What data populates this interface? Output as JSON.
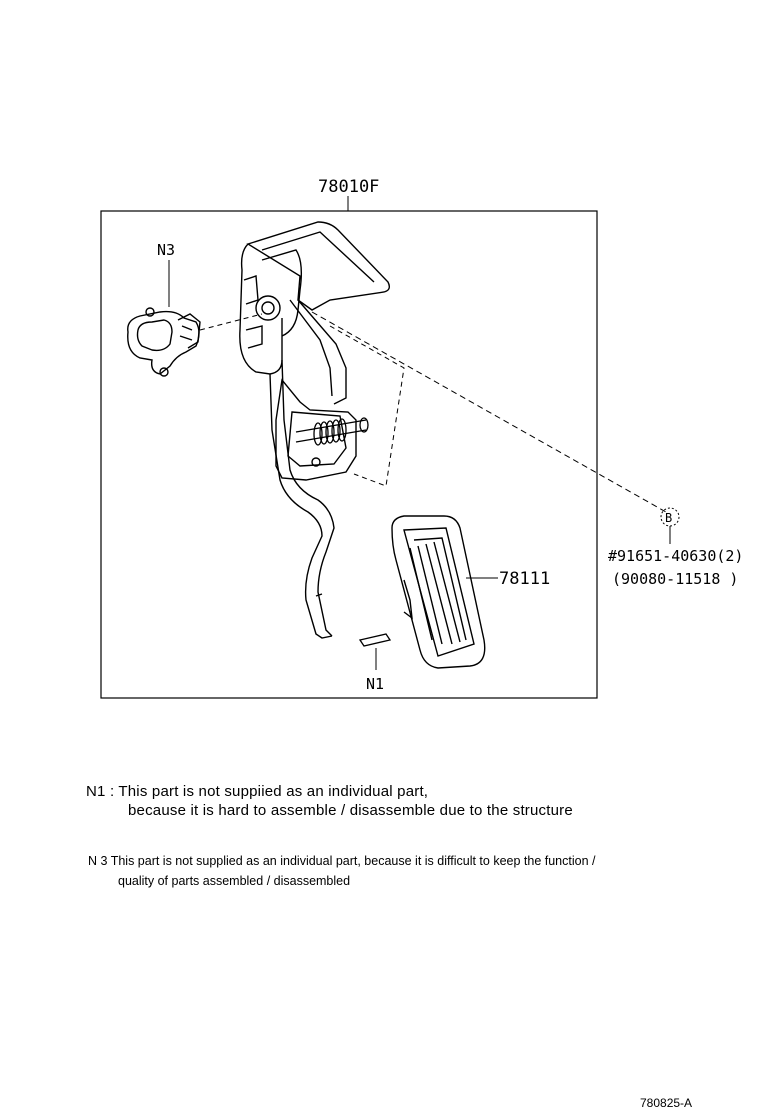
{
  "diagram": {
    "assembly_label": "78010F",
    "part_pedal_pad": "78111",
    "part_sensor_label": "N3",
    "part_pin_label": "N1",
    "ref_circle": "B",
    "bolt_part": "#91651-40630(2)",
    "bolt_alt_part": "(90080-11518 )"
  },
  "notes": {
    "n1_line1": "N1 :  This part is not suppiied as an individual part,",
    "n1_line2": "because it is hard to assemble / disassemble due to the structure",
    "n3_line1": "N 3 This part is not supplied as an individual part, because it is difficult to keep the function /",
    "n3_line2": "quality of parts assembled / disassembled"
  },
  "footer": {
    "code": "780825-A"
  }
}
